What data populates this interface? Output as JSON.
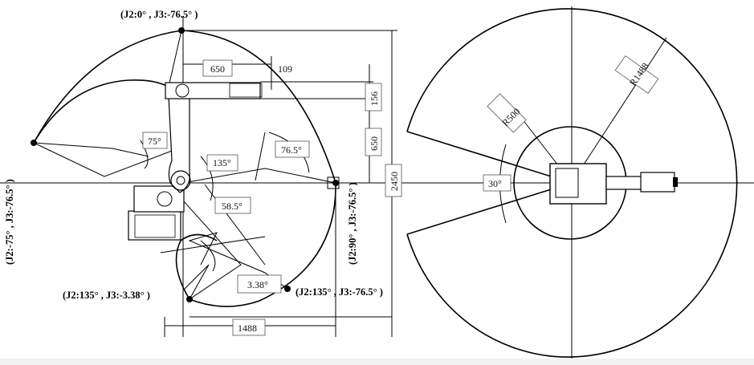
{
  "side_view": {
    "pose_labels": {
      "top": "(J2:0°  , J3:-76.5°  )",
      "left": "(J2:-75°  , J3:-76.5°  )",
      "right": "(J2:90°  , J3:-76.5°  )",
      "bottom_left": "(J2:135°  , J3:-3.38°  )",
      "bottom_right": "(J2:135°  , J3:-76.5°  )"
    },
    "dimensions": {
      "d650_top": "650",
      "d109": "109",
      "d156": "156",
      "d650_side": "650",
      "d2450": "2450",
      "d1488": "1488"
    },
    "angles": {
      "a75": "75°",
      "a135": "135°",
      "a76_5": "76.5°",
      "a58_5": "58.5°",
      "a3_38": "3.38°"
    }
  },
  "top_view": {
    "r500": "R500",
    "r1488": "R1488",
    "a30": "30°"
  }
}
